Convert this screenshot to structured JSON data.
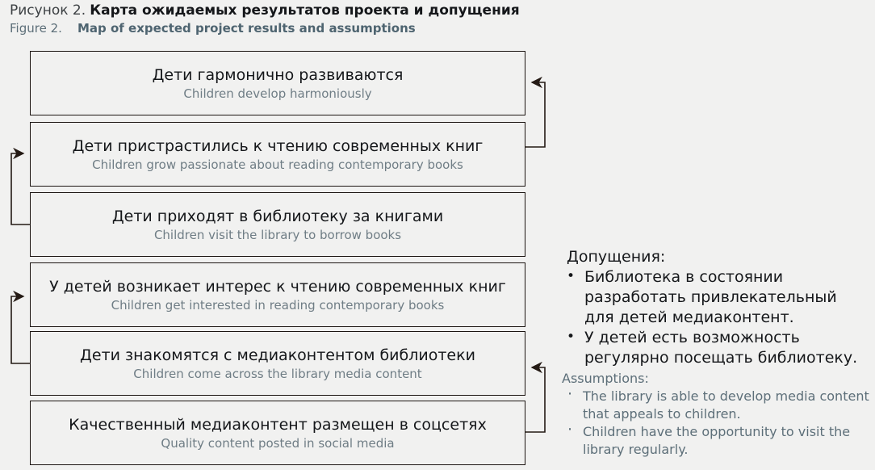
{
  "caption": {
    "ru_prefix": "Рисунок 2.",
    "ru_title": "Карта ожидаемых результатов проекта и допущения",
    "en_prefix": "Figure 2.",
    "en_title": "Map of expected project results and assumptions"
  },
  "colors": {
    "background": "#f1f1f0",
    "box_border": "#1c1512",
    "primary_text": "#15171a",
    "secondary_text": "#6f7d85",
    "caption_en": "#5d6f79",
    "connector": "#241a14"
  },
  "result_boxes": [
    {
      "ru": "Дети гармонично развиваются",
      "en": "Children develop harmoniously"
    },
    {
      "ru": "Дети пристрастились к чтению современных книг",
      "en": "Children grow passionate about reading contemporary books"
    },
    {
      "ru": "Дети приходят в библиотеку за книгами",
      "en": "Children visit the library to borrow books"
    },
    {
      "ru": "У детей возникает интерес к чтению современных книг",
      "en": "Children get interested in reading contemporary books"
    },
    {
      "ru": "Дети знакомятся с медиаконтентом библиотеки",
      "en": "Children come across the library media content"
    },
    {
      "ru": "Качественный медиаконтент размещен в соцсетях",
      "en": "Quality content posted in social media"
    }
  ],
  "assumptions": {
    "ru_heading": "Допущения:",
    "ru_items": [
      {
        "line1": "Библиотека в состоянии",
        "line2": "разработать привлекательный",
        "line3": "для детей медиаконтент."
      },
      {
        "line1": "У детей есть возможность",
        "line2": "регулярно посещать библиотеку.",
        "line3": ""
      }
    ],
    "en_heading": "Assumptions:",
    "en_items": [
      {
        "line1": "The library is able to develop media content",
        "line2": "that appeals to children."
      },
      {
        "line1": "Children have the opportunity to visit the",
        "line2": "library regularly."
      }
    ]
  }
}
